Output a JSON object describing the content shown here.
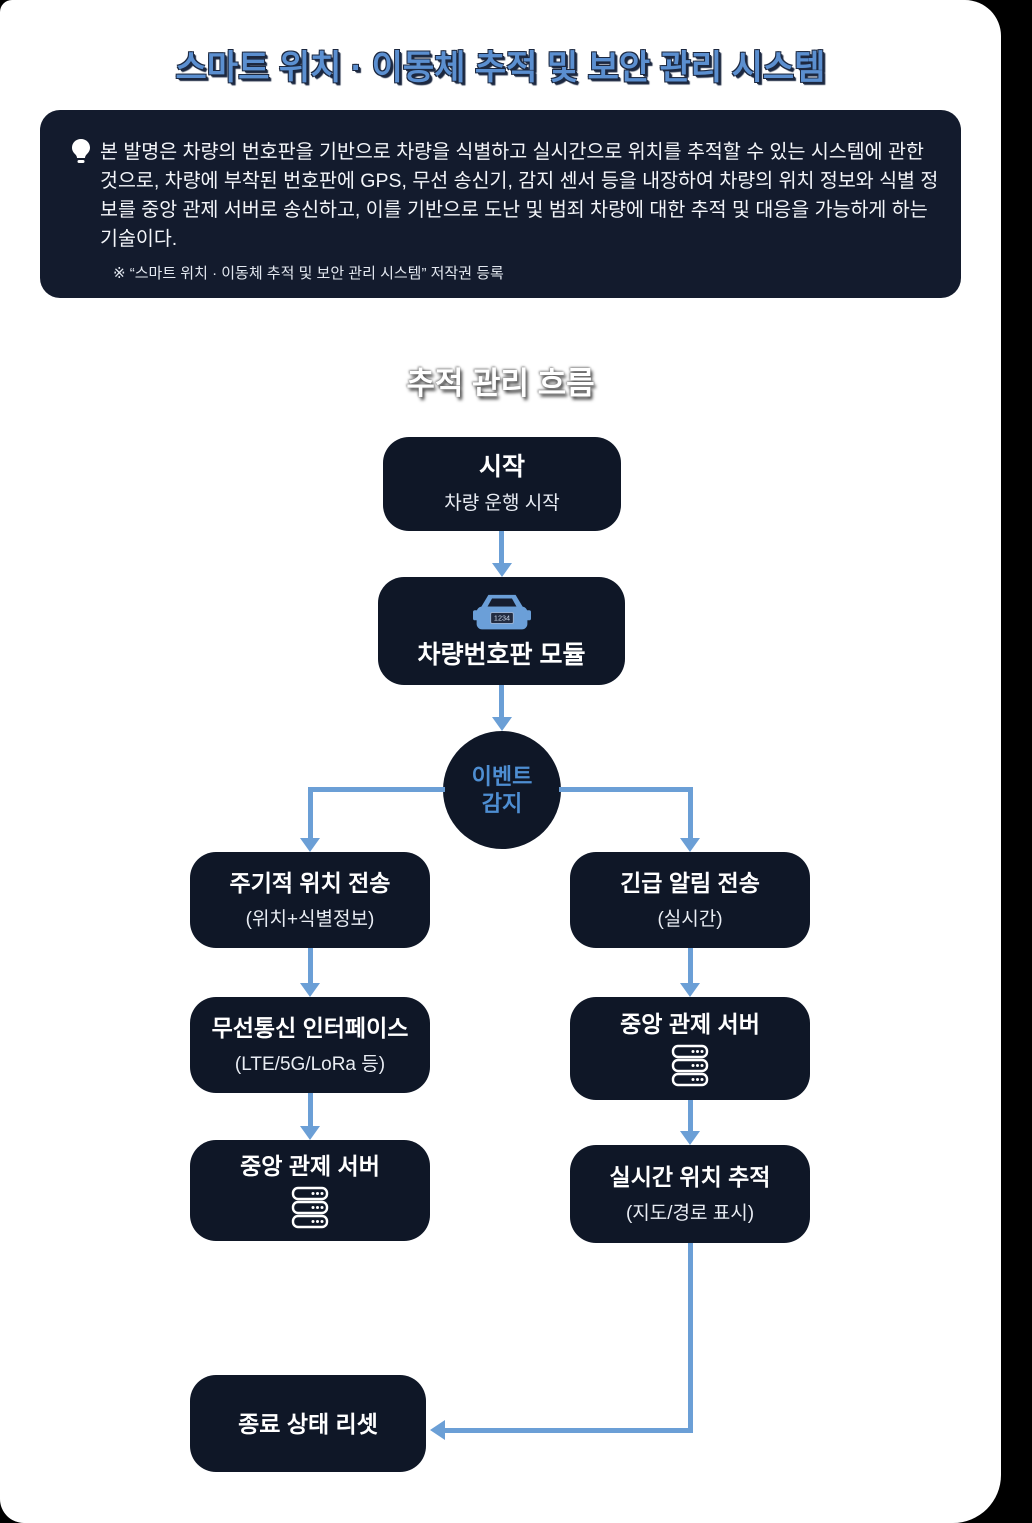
{
  "page": {
    "title": "스마트 위치 · 이동체 추적 및 보안 관리 시스템"
  },
  "summary": {
    "text": "본 발명은 차량의 번호판을 기반으로 차량을 식별하고 실시간으로 위치를 추적할 수 있는 시스템에 관한 것으로, 차량에 부착된 번호판에 GPS, 무선 송신기, 감지 센서 등을 내장하여 차량의 위치 정보와 식별 정보를 중앙 관제 서버로 송신하고, 이를 기반으로 도난 및 범죄 차량에 대한 추적 및 대응을 가능하게 하는 기술이다.",
    "footnote": "※ “스마트 위치 · 이동체 추적 및 보안 관리 시스템” 저작권 등록"
  },
  "flow": {
    "heading": "추적 관리 흐름",
    "nodes": {
      "start": {
        "title": "시작",
        "subtitle": "차량 운행 시작"
      },
      "plate_module": {
        "title": "차량번호판 모듈",
        "plate_number": "1234"
      },
      "event": {
        "line1": "이벤트",
        "line2": "감지"
      },
      "periodic": {
        "title": "주기적 위치 전송",
        "subtitle": "(위치+식별정보)"
      },
      "wireless": {
        "title": "무선통신 인터페이스",
        "subtitle": "(LTE/5G/LoRa 등)"
      },
      "server_left": {
        "title": "중앙 관제 서버"
      },
      "urgent": {
        "title": "긴급 알림 전송",
        "subtitle": "(실시간)"
      },
      "server_right": {
        "title": "중앙 관제 서버"
      },
      "realtime": {
        "title": "실시간 위치 추적",
        "subtitle": "(지도/경로 표시)"
      },
      "end": {
        "title": "종료 상태 리셋"
      }
    }
  },
  "colors": {
    "connector_blue": "#6b9fd6",
    "node_background": "#0f1727",
    "info_background": "#131b2d",
    "title_blue": "#5b8fd0",
    "circle_text_blue": "#4e8ed2",
    "card_background": "#ffffff",
    "outer_background": "#000000"
  }
}
